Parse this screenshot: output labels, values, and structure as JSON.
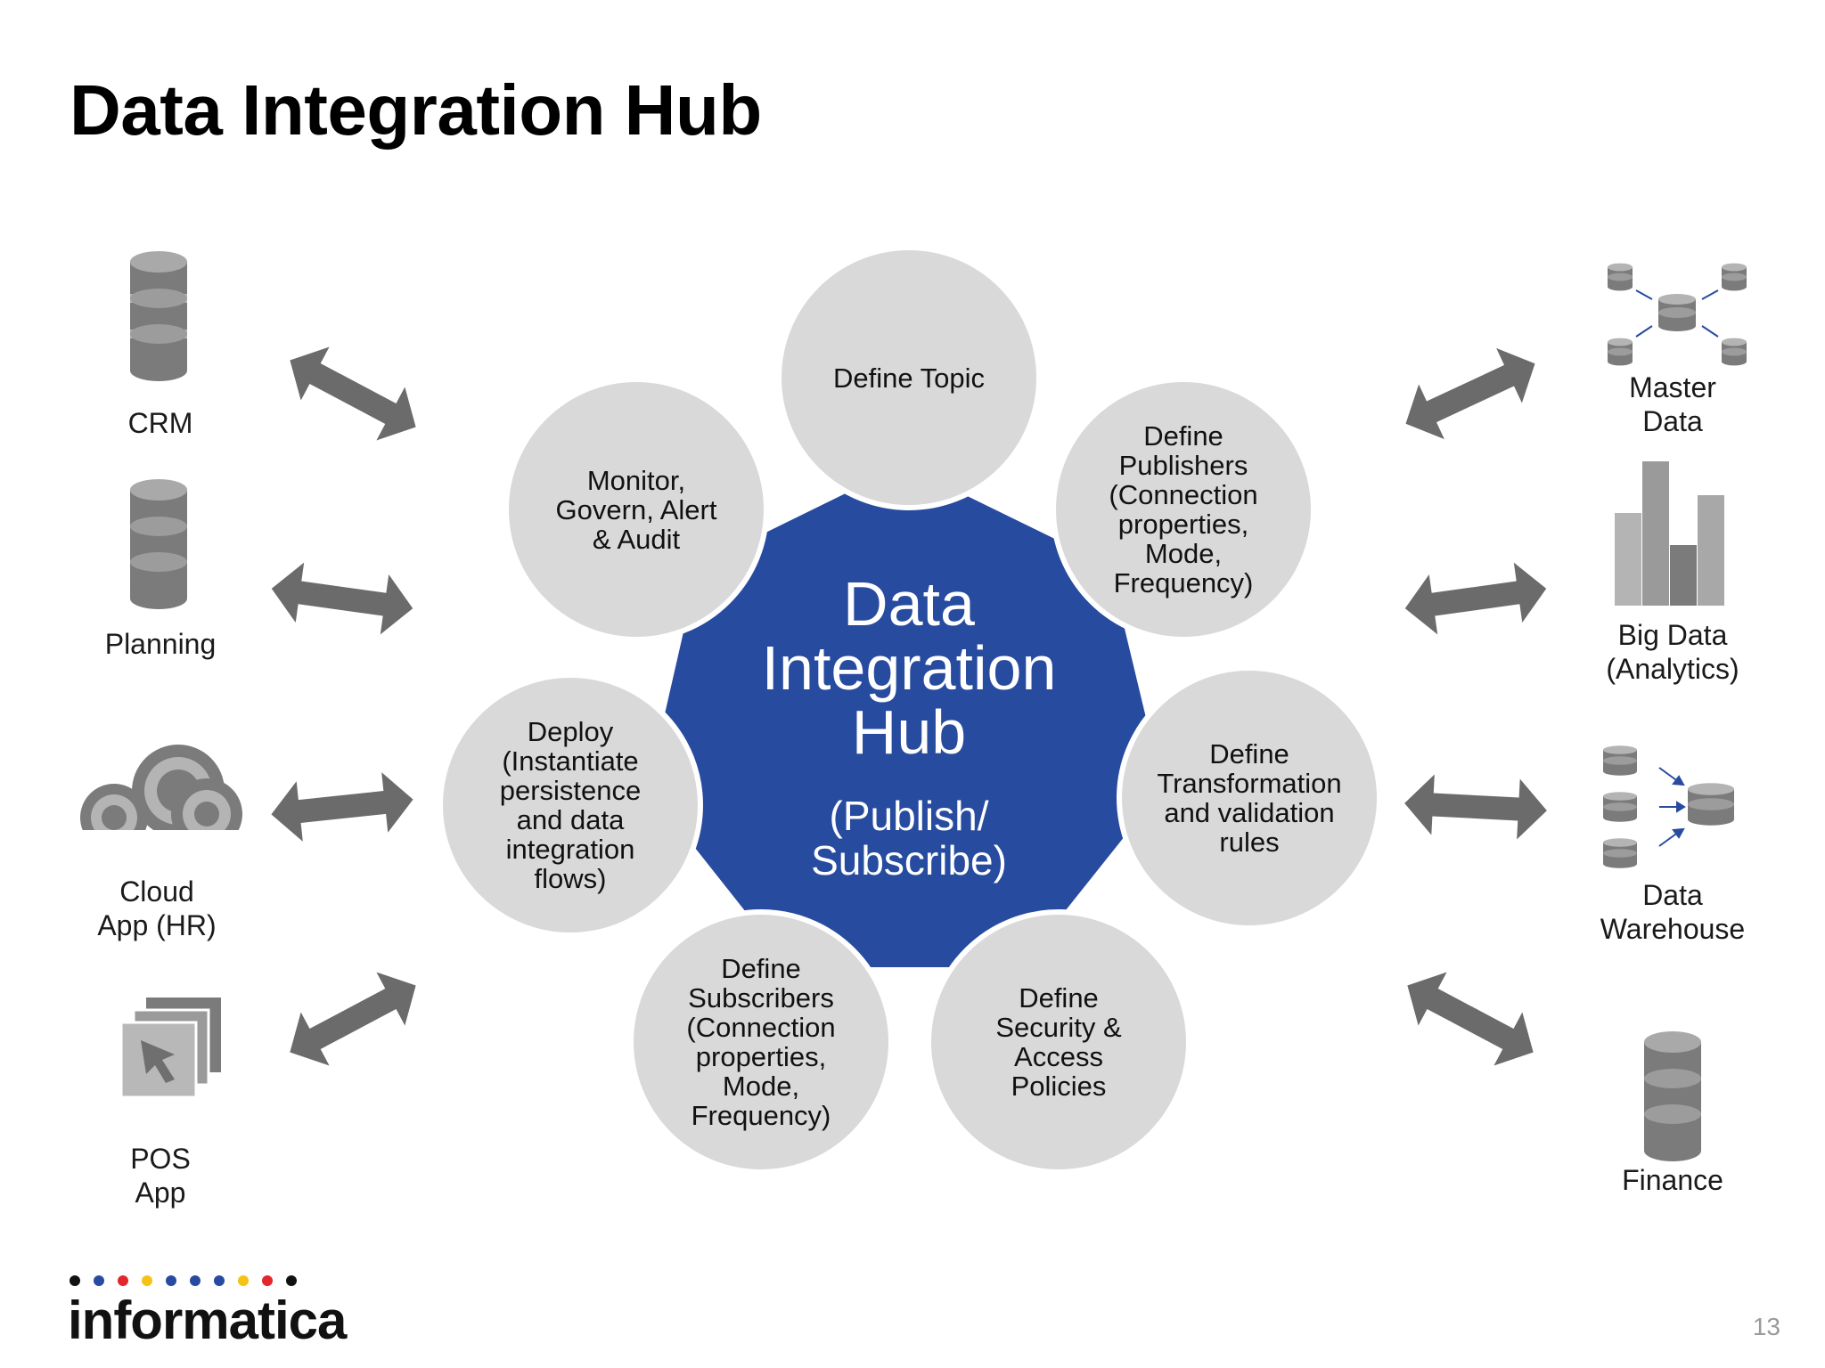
{
  "title": "Data Integration Hub",
  "hub": {
    "title": "Data\nIntegration\nHub",
    "subtitle": "(Publish/\nSubscribe)",
    "color": "#274b9f"
  },
  "steps": [
    {
      "label": "Define Topic"
    },
    {
      "label": "Define\nPublishers\n(Connection\nproperties,\nMode,\nFrequency)"
    },
    {
      "label": "Define\nTransformation\nand validation\nrules"
    },
    {
      "label": "Define\nSecurity &\nAccess\nPolicies"
    },
    {
      "label": "Define\nSubscribers\n(Connection\nproperties,\nMode,\nFrequency)"
    },
    {
      "label": "Deploy\n(Instantiate\npersistence\nand data\nintegration\nflows)"
    },
    {
      "label": "Monitor,\nGovern, Alert\n& Audit"
    }
  ],
  "left_systems": [
    {
      "label": "CRM",
      "icon": "database-icon"
    },
    {
      "label": "Planning",
      "icon": "database-icon"
    },
    {
      "label": "Cloud\nApp (HR)",
      "icon": "cloud-icon"
    },
    {
      "label": "POS\nApp",
      "icon": "app-window-icon"
    }
  ],
  "right_systems": [
    {
      "label": "Master\nData",
      "icon": "master-data-icon"
    },
    {
      "label": "Big Data\n(Analytics)",
      "icon": "bar-chart-icon"
    },
    {
      "label": "Data\nWarehouse",
      "icon": "data-warehouse-icon"
    },
    {
      "label": "Finance",
      "icon": "database-icon"
    }
  ],
  "logo": {
    "text": "informatica",
    "dot_colors": [
      "#111111",
      "#274b9f",
      "#e3262a",
      "#f4c316",
      "#274b9f",
      "#274b9f",
      "#274b9f",
      "#f4c316",
      "#e3262a",
      "#111111"
    ]
  },
  "page_number": "13",
  "colors": {
    "step_circle": "#d9d9da",
    "arrow": "#6b6b6b",
    "icon_gray": "#7b7b7b",
    "icon_light": "#b4b4b4"
  }
}
